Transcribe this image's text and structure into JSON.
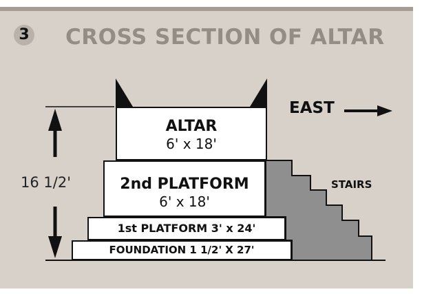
{
  "figure": {
    "badge": "3",
    "title": "CROSS SECTION OF ALTAR"
  },
  "direction": {
    "label": "EAST"
  },
  "height": {
    "label": "16 1/2'"
  },
  "altar": {
    "name": "ALTAR",
    "dims": "6' x 18'"
  },
  "platform2": {
    "name": "2nd PLATFORM",
    "dims": "6' x 18'"
  },
  "platform1": {
    "text": "1st PLATFORM 3' x 24'"
  },
  "foundation": {
    "text": "FOUNDATION 1  1/2' X 27'"
  },
  "stairs": {
    "label": "STAIRS"
  },
  "colors": {
    "background": "#d8d1ca",
    "title": "#958c85",
    "stairs_fill": "#8f8f8f",
    "ink": "#111111"
  }
}
